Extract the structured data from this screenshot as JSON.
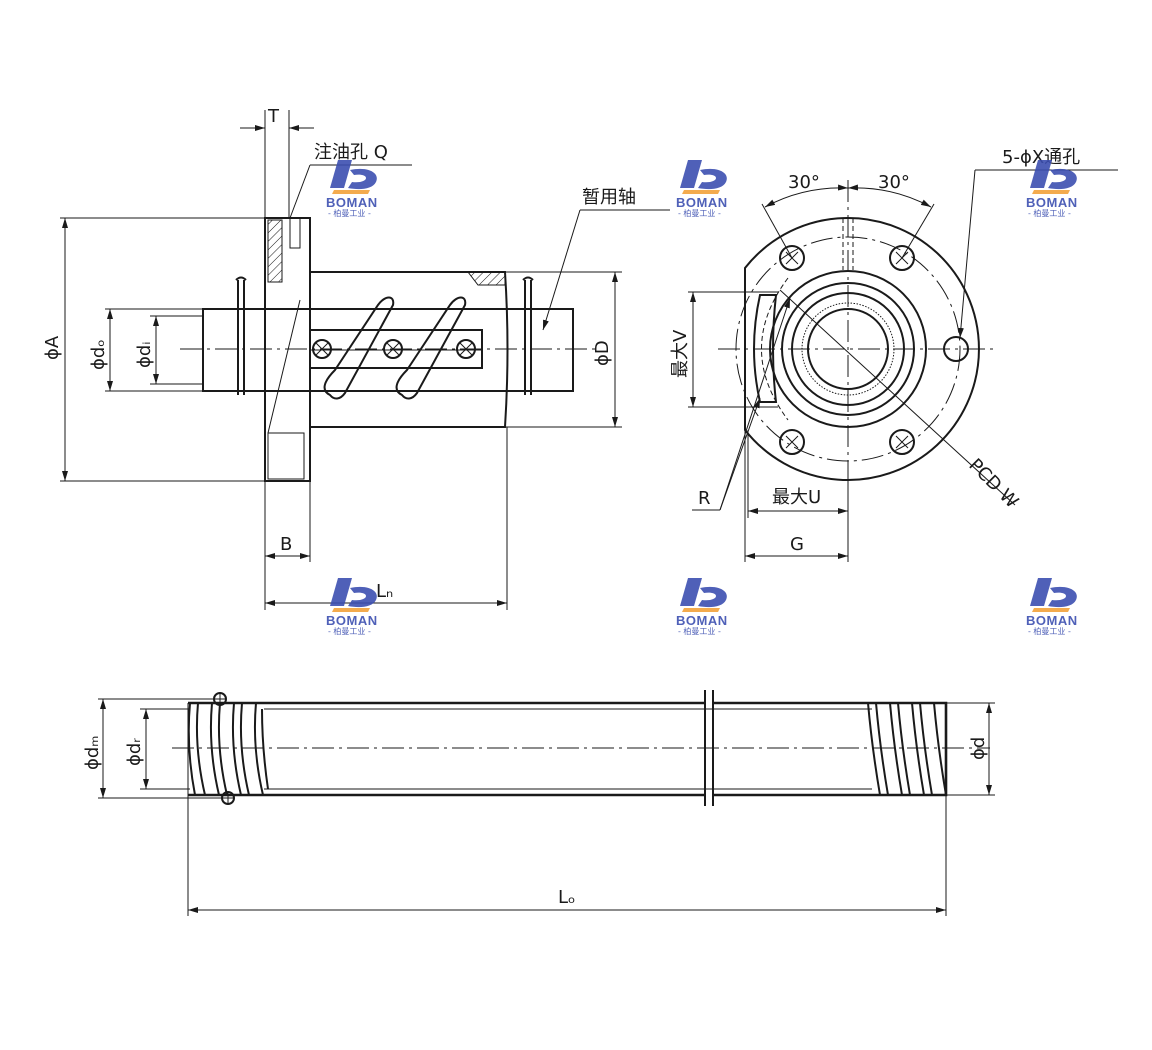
{
  "watermark": {
    "brand": "BOMAN",
    "sub": "- 柏曼工业 -",
    "colors": {
      "blue": "#3b4fb0",
      "orange": "#f2a23a"
    }
  },
  "nut_front": {
    "labels": {
      "T": "T",
      "oil_hole": "注油孔 Q",
      "temp_shaft": "暂用轴",
      "A": "ϕA",
      "do": "ϕdₒ",
      "di": "ϕdᵢ",
      "D": "ϕD",
      "B": "B",
      "Ln": "Lₙ"
    }
  },
  "nut_end": {
    "labels": {
      "angle_left": "30°",
      "angle_right": "30°",
      "holes": "5-ϕX通孔",
      "maxV": "最大V",
      "R": "R",
      "maxU": "最大U",
      "G": "G",
      "pcd": "PCD W"
    }
  },
  "screw": {
    "labels": {
      "dm": "ϕdₘ",
      "dr": "ϕdᵣ",
      "d": "ϕd",
      "Lo": "Lₒ"
    }
  }
}
